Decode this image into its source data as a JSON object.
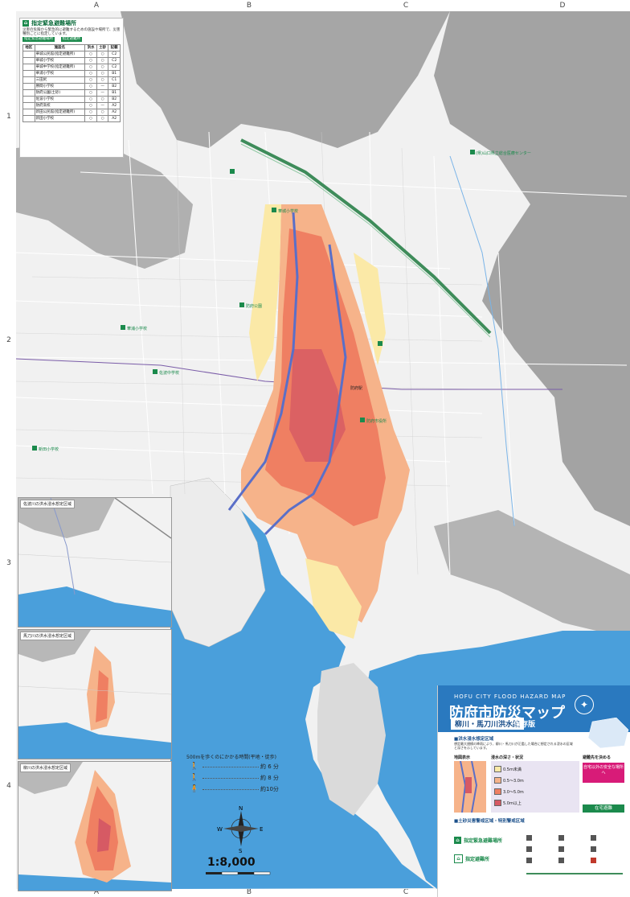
{
  "grid": {
    "columns": [
      "A",
      "B",
      "C",
      "D"
    ],
    "rows": [
      "1",
      "2",
      "3",
      "4"
    ]
  },
  "shelter_legend": {
    "title": "指定緊急避難場所",
    "note": "災害の危険から緊急的に避難するための施設や場所で、災害種別ごとに指定しています。",
    "tags": [
      "指定緊急避難場所",
      "指定避難所"
    ],
    "columns": [
      "地区",
      "施設名",
      "洪水",
      "土砂",
      "記載"
    ],
    "rows": [
      [
        "",
        "華城公民館(指定避難所)",
        "○",
        "○",
        "C2"
      ],
      [
        "",
        "華城小学校",
        "○",
        "○",
        "C2"
      ],
      [
        "",
        "華城中学校(指定避難所)",
        "○",
        "○",
        "C2"
      ],
      [
        "",
        "華浦小学校",
        "○",
        "○",
        "B1"
      ],
      [
        "",
        "三田尻",
        "○",
        "○",
        "C1"
      ],
      [
        "",
        "勝間小学校",
        "○",
        "—",
        "B2"
      ],
      [
        "",
        "防府公園(土砂)",
        "○",
        "—",
        "B1"
      ],
      [
        "",
        "佐波小学校",
        "○",
        "○",
        "B2"
      ],
      [
        "",
        "防府高校",
        "○",
        "—",
        "A2"
      ],
      [
        "",
        "新田公民館(指定避難所)",
        "○",
        "○",
        "A2"
      ],
      [
        "",
        "新田小学校",
        "○",
        "○",
        "A2"
      ]
    ]
  },
  "map_labels": {
    "hospital": "(県)山口県立総合医療センター",
    "park": "防府公園",
    "school1": "華城小学校",
    "school2": "佐波中学校",
    "school3": "華浦小学校",
    "school4": "新田小学校",
    "centre": "防府市役所",
    "station": "防府駅"
  },
  "insets": [
    {
      "title": "佐波川の洪水浸水想定区域"
    },
    {
      "title": "馬刀川の洪水浸水想定区域"
    },
    {
      "title": "柳川の洪水浸水想定区域"
    }
  ],
  "title_panel": {
    "title_en": "HOFU CITY FLOOD HAZARD MAP",
    "title_ja": "防府市防災マップ",
    "subtitle": "柳川・馬刀川洪水編",
    "keep": "保存版",
    "section1": "■洪水浸水想定区域",
    "section1_text": "想定最大規模の降雨により、柳川・馬刀川が氾濫した場合に想定される浸水の区域と深さを示しています。",
    "section2_left": "地図表示",
    "section2_mid": "浸水の深さ・状況",
    "section2_right": "避難先を決める",
    "evac_home": "在宅避難",
    "evac_safe": "自宅以外の安全な場所へ",
    "section3": "■土砂災害警戒区域・特別警戒区域",
    "section4": "指定緊急避難場所",
    "section5": "指定避難所"
  },
  "depth_legend": [
    {
      "label": "0.5m未満",
      "color": "#fbe9a7"
    },
    {
      "label": "0.5〜3.0m",
      "color": "#f6b38a"
    },
    {
      "label": "3.0〜5.0m",
      "color": "#ef7f62"
    },
    {
      "label": "5.0m以上",
      "color": "#d65a64"
    }
  ],
  "walk_scale": {
    "title": "500mを歩くのにかかる時間(平地・徒歩)",
    "rows": [
      "約 6 分",
      "約 8 分",
      "約10分"
    ]
  },
  "compass": {
    "n": "N",
    "s": "S",
    "e": "E",
    "w": "W"
  },
  "scale": "1:8,000",
  "colors": {
    "sea": "#4a9fdb",
    "land": "#f1f1f1",
    "mountain": "#9a9a9a",
    "road": "#ffffff",
    "river": "#5a6fc8",
    "flood_low": "#fbe9a7",
    "flood_mid": "#f6b38a",
    "flood_high": "#ef7f62",
    "flood_vhigh": "#d65a64",
    "highway": "#3e8c5a",
    "title_blue": "#2a79bf"
  }
}
